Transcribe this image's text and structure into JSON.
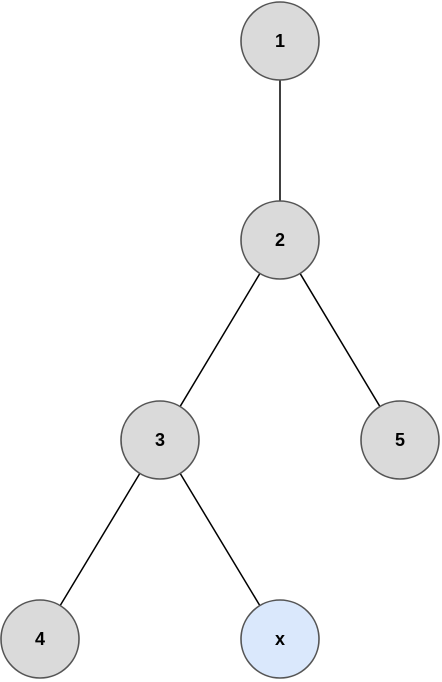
{
  "tree": {
    "nodes": [
      {
        "id": "n1",
        "label": "1",
        "fill": "#dadada",
        "stroke": "#555555"
      },
      {
        "id": "n2",
        "label": "2",
        "fill": "#dadada",
        "stroke": "#555555"
      },
      {
        "id": "n3",
        "label": "3",
        "fill": "#dadada",
        "stroke": "#555555"
      },
      {
        "id": "n5",
        "label": "5",
        "fill": "#dadada",
        "stroke": "#555555"
      },
      {
        "id": "n4",
        "label": "4",
        "fill": "#dadada",
        "stroke": "#555555"
      },
      {
        "id": "nx",
        "label": "x",
        "fill": "#dae8fc",
        "stroke": "#6c8ebf"
      }
    ],
    "edges": [
      {
        "from": "n1",
        "to": "n2"
      },
      {
        "from": "n2",
        "to": "n3"
      },
      {
        "from": "n2",
        "to": "n5"
      },
      {
        "from": "n3",
        "to": "n4"
      },
      {
        "from": "n3",
        "to": "nx"
      }
    ]
  }
}
